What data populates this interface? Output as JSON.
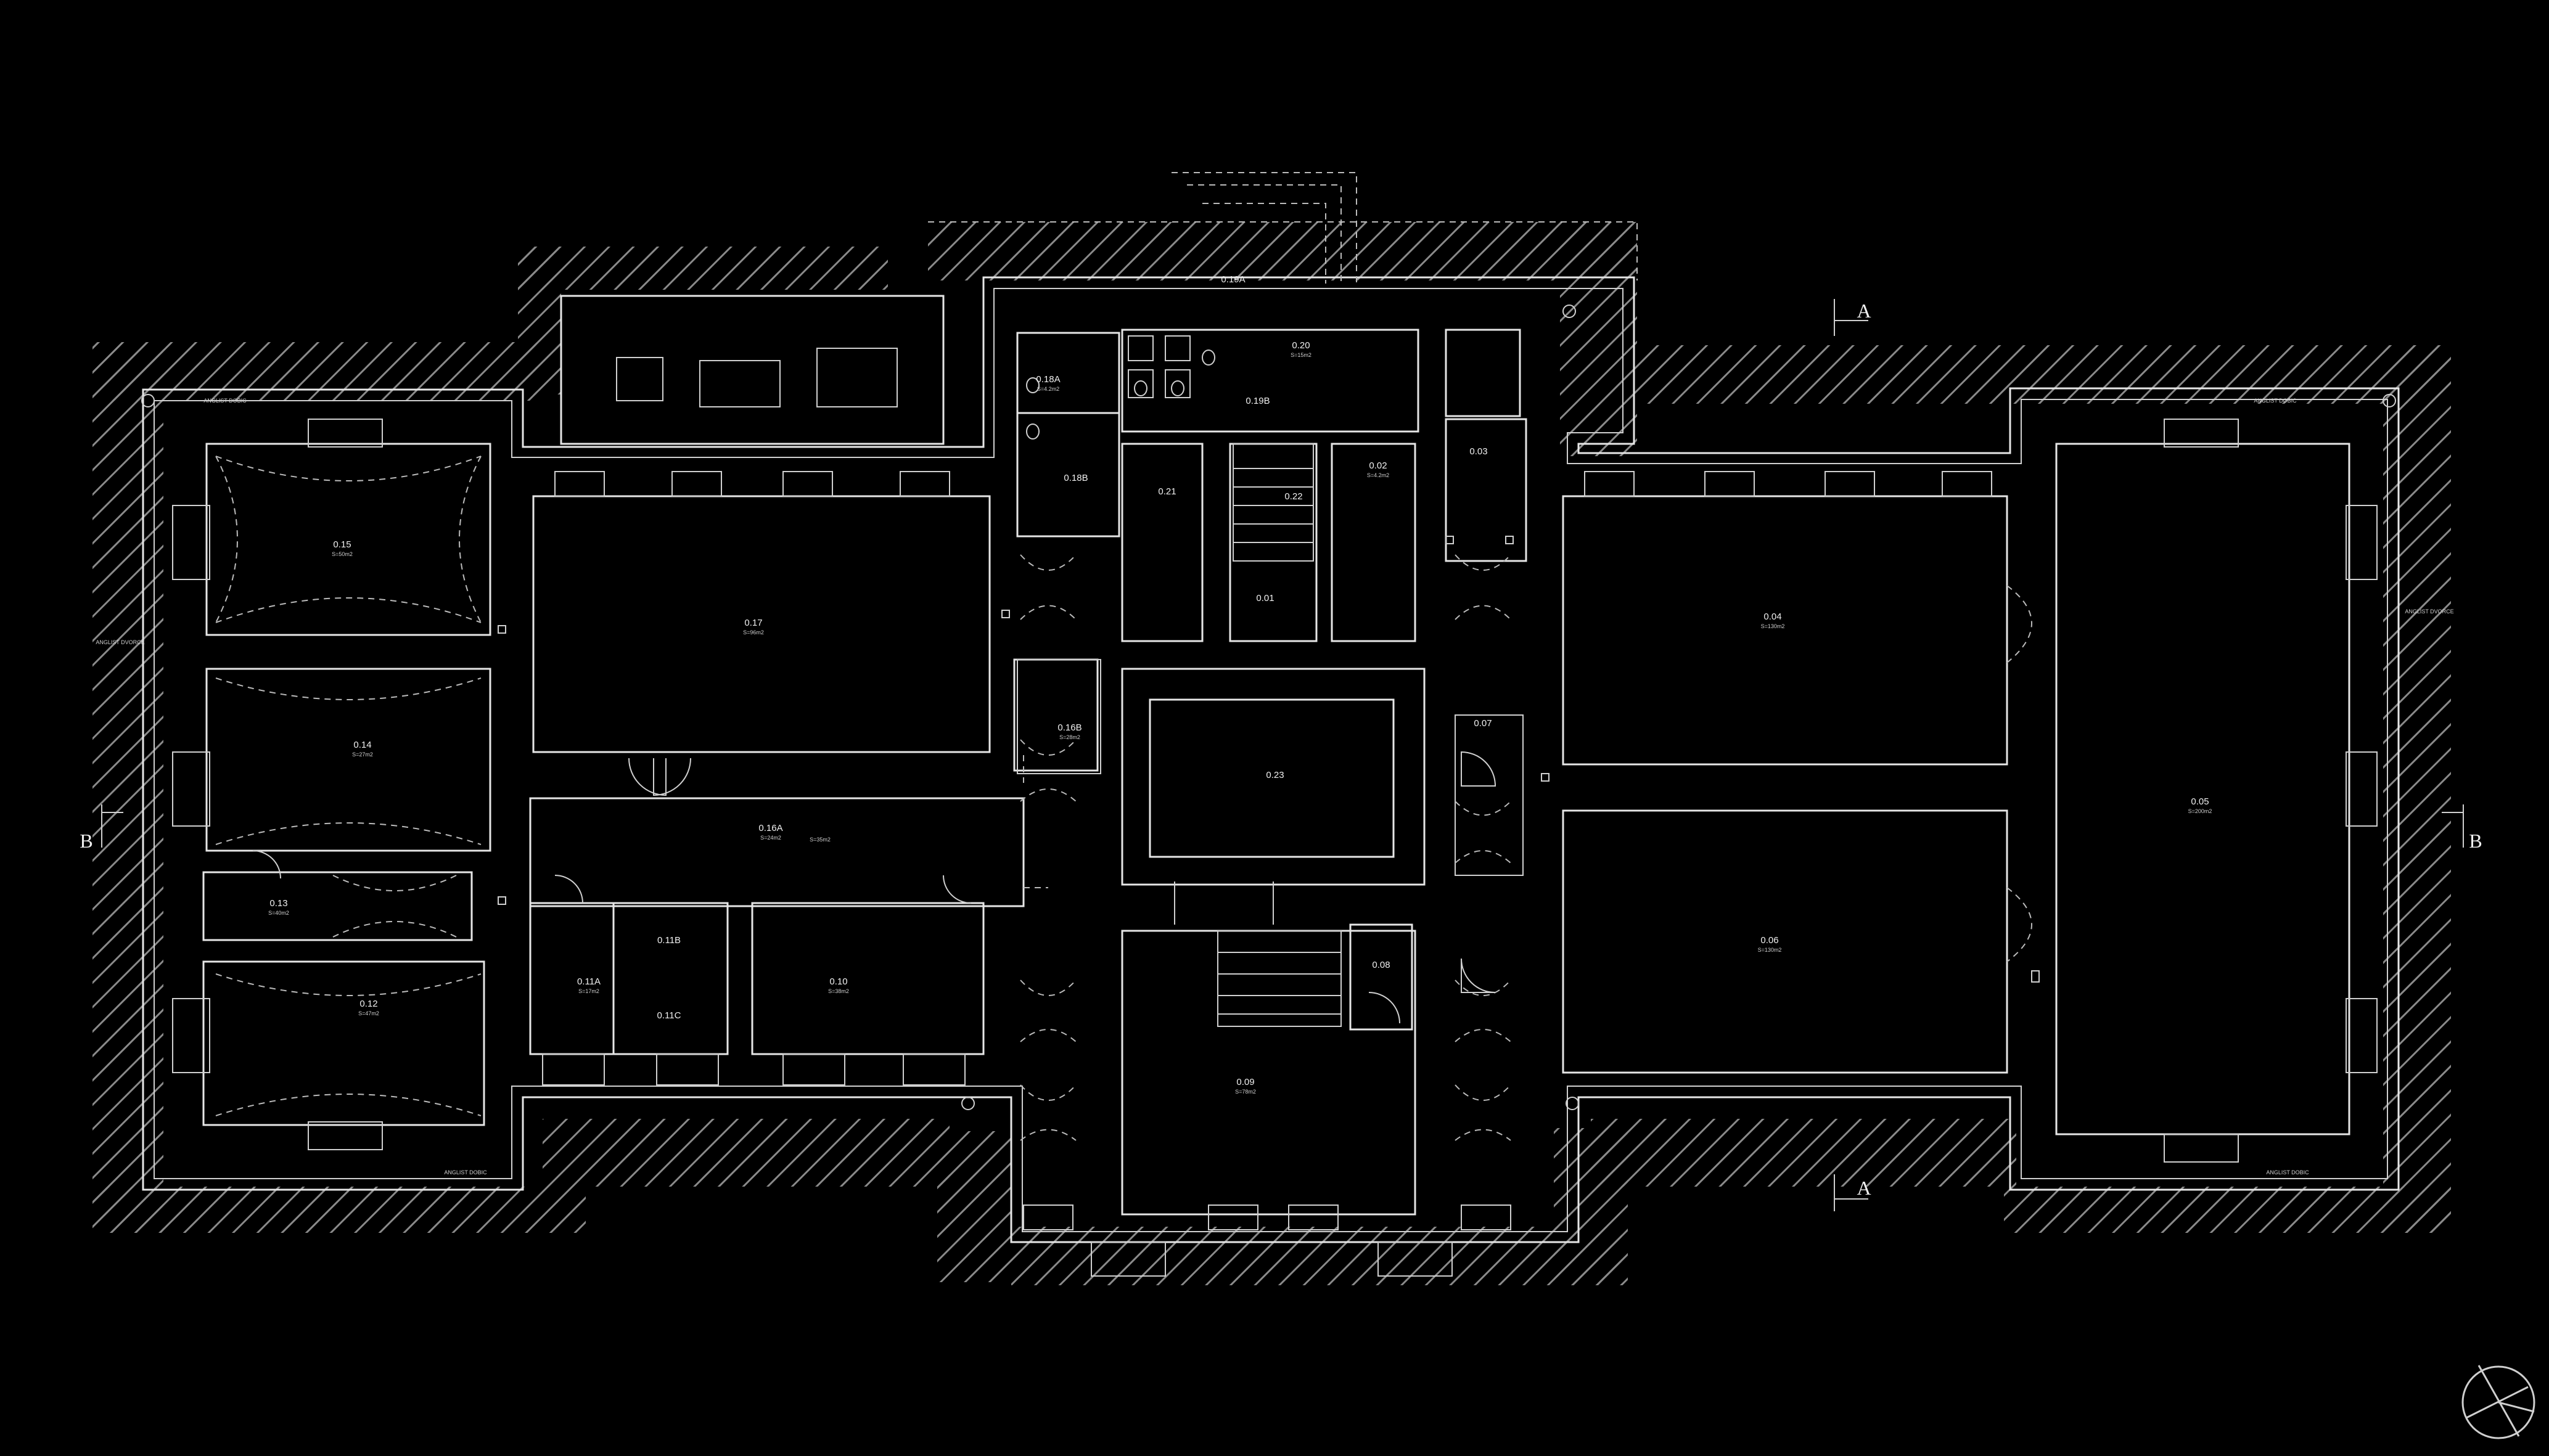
{
  "colors": {
    "background": "#000000",
    "lines": "#e6e6e6",
    "hatch": "#8a8a8a"
  },
  "section_marks": {
    "a_top": "A",
    "a_bottom": "A",
    "b_left": "B",
    "b_right": "B"
  },
  "rooms": [
    {
      "id": "0.01",
      "area": ""
    },
    {
      "id": "0.02",
      "area": "S=4.2m2"
    },
    {
      "id": "0.03",
      "area": ""
    },
    {
      "id": "0.04",
      "area": "S=130m2"
    },
    {
      "id": "0.05",
      "area": "S=200m2"
    },
    {
      "id": "0.06",
      "area": "S=130m2"
    },
    {
      "id": "0.07",
      "area": ""
    },
    {
      "id": "0.08",
      "area": ""
    },
    {
      "id": "0.09",
      "area": "S=78m2"
    },
    {
      "id": "0.10",
      "area": "S=38m2"
    },
    {
      "id": "0.11A",
      "area": "S=17m2"
    },
    {
      "id": "0.11B",
      "area": ""
    },
    {
      "id": "0.11C",
      "area": ""
    },
    {
      "id": "0.12",
      "area": "S=47m2"
    },
    {
      "id": "0.13",
      "area": "S=40m2"
    },
    {
      "id": "0.14",
      "area": "S=27m2"
    },
    {
      "id": "0.15",
      "area": "S=50m2"
    },
    {
      "id": "0.16A",
      "area": "S=24m2"
    },
    {
      "id": "0.16B",
      "area": "S=28m2"
    },
    {
      "id": "0.17",
      "area": "S=96m2"
    },
    {
      "id": "0.18A",
      "area": "S=4.2m2"
    },
    {
      "id": "0.18B",
      "area": ""
    },
    {
      "id": "0.19A",
      "area": ""
    },
    {
      "id": "0.19B",
      "area": ""
    },
    {
      "id": "0.20",
      "area": "S=15m2"
    },
    {
      "id": "0.21",
      "area": ""
    },
    {
      "id": "0.22",
      "area": ""
    },
    {
      "id": "0.23",
      "area": ""
    }
  ],
  "wall_notes": {
    "top_left": "ANGLIST DOBIC",
    "top_right": "ANGLIST DOBIC",
    "bottom_left": "ANGLIST DOBIC",
    "bottom_right": "ANGLIST DOBIC",
    "side_left": "ANGLIST DVORCE",
    "side_right": "ANGLIST DVORCE",
    "corridor_area": "S=35m2"
  },
  "icons": [
    "north-arrow-icon",
    "column-icon",
    "door-swing-icon",
    "stair-icon",
    "toilet-icon"
  ]
}
